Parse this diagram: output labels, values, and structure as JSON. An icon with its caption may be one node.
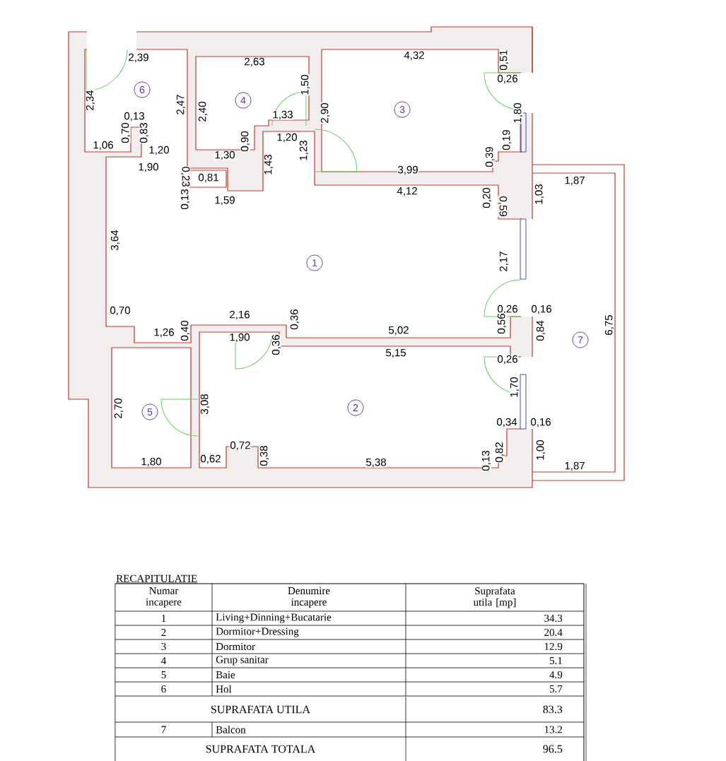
{
  "diagram": {
    "nodes": [
      {
        "text": [
          "6"
        ]
      },
      {
        "text": [
          "4"
        ]
      },
      {
        "text": [
          "3"
        ]
      },
      {
        "text": [
          "1"
        ]
      },
      {
        "text": [
          "7"
        ]
      },
      {
        "text": [
          "2"
        ]
      },
      {
        "text": [
          "5"
        ]
      }
    ],
    "labels": [
      "2,39",
      "2,63",
      "4,32",
      "0,51",
      "1,50",
      "0,26",
      "2,34",
      "0,13",
      "2,47",
      "2,40",
      "1,33",
      "2,90",
      "1,80",
      "0,70",
      "0,83",
      "0,90",
      "1,20",
      "0,19",
      "1,06",
      "1,90",
      "1,20",
      "1,30",
      "1,43",
      "1,23",
      "3,99",
      "0,39",
      "0,23",
      "0,13",
      "0,81",
      "1,59",
      "4,12",
      "0,20",
      "0,59",
      "1,03",
      "1,87",
      "3,64",
      "2,17",
      "0,70",
      "2,16",
      "0,36",
      "0,26",
      "0,16",
      "1,26",
      "0,40",
      "1,90",
      "5,02",
      "0,56",
      "0,84",
      "6,75",
      "0,36",
      "5,15",
      "0,26",
      "1,70",
      "2,70",
      "3,08",
      "0,34",
      "0,16",
      "1,80",
      "0,62",
      "0,72",
      "0,38",
      "5,38",
      "0,13",
      "0,82",
      "1,00",
      "1,87",
      "RECAPITULATIE",
      "Numar incapere",
      "Denumire incapere",
      "Suprafata utila [mp]",
      "1",
      "Living+Dinning+Bucatarie",
      "34.3",
      "2",
      "Dormitor+Dressing",
      "20.4",
      "3",
      "Dormitor",
      "12.9",
      "4",
      "Grup  sanitar",
      "5.1",
      "5",
      "Baie",
      "4.9",
      "6",
      "Hol",
      "5.7",
      "SUPRAFATA  UTILA",
      "83.3",
      "7",
      "Balcon",
      "13.2",
      "SUPRAFATA  TOTALA",
      "96.5"
    ]
  }
}
